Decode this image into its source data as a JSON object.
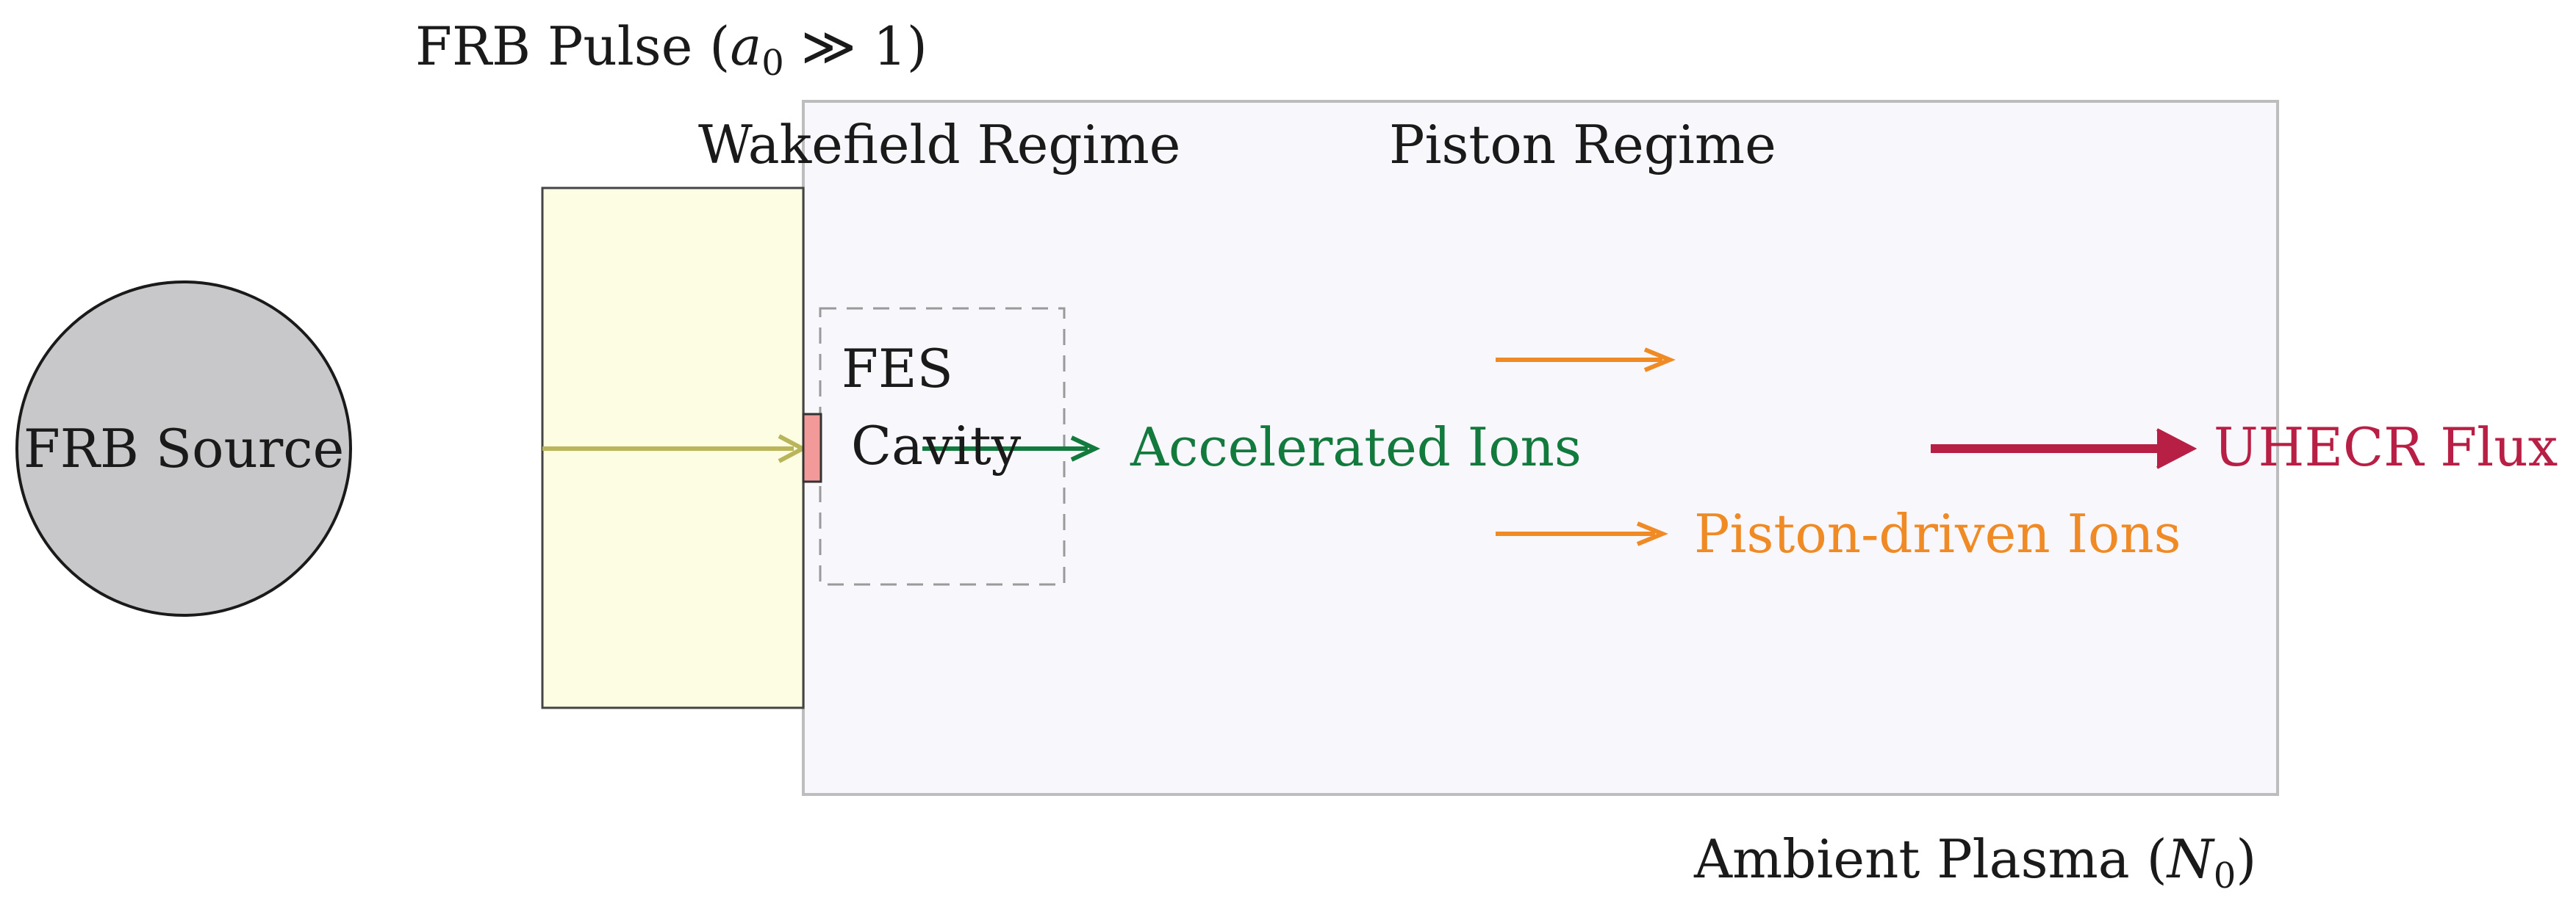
{
  "diagram": {
    "labels": {
      "frb_pulse": "FRB Pulse (",
      "frb_pulse_a": "a",
      "frb_pulse_sub": "0",
      "frb_pulse_rest": " ≫ 1)",
      "wakefield_regime": "Wakefield Regime",
      "piston_regime": "Piston Regime",
      "frb_source": "FRB Source",
      "fes": "FES",
      "cavity": "Cavity",
      "accelerated_ions": "Accelerated Ions",
      "piston_driven_ions": "Piston-driven Ions",
      "uhecr_flux": "UHECR Flux",
      "ambient_plasma": "Ambient Plasma (",
      "ambient_plasma_n": "N",
      "ambient_plasma_sub": "0",
      "ambient_plasma_close": ")"
    },
    "colors": {
      "source_fill": "#c8c8ca",
      "pulse_fill": "#fdfde4",
      "plasma_fill": "#f7f7fc",
      "plasma_stroke": "#bdbdbd",
      "cavity_stroke": "#9a9a9a",
      "front_fill": "#f29a9a",
      "beam": "#b9b55a",
      "accelerated": "#137a3e",
      "piston": "#f08a24",
      "uhecr": "#b81f45"
    }
  }
}
